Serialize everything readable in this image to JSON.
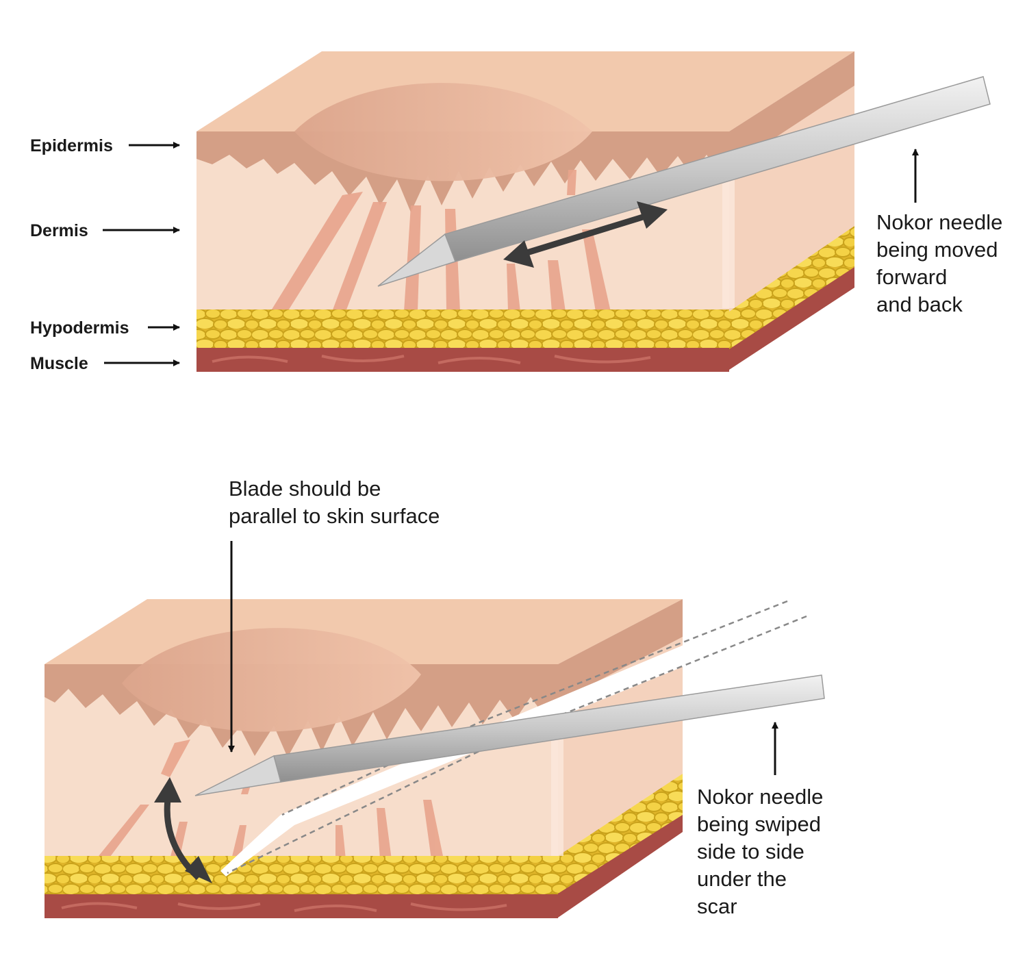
{
  "layer_labels": {
    "epidermis": "Epidermis",
    "dermis": "Dermis",
    "hypodermis": "Hypodermis",
    "muscle": "Muscle"
  },
  "callouts": {
    "top_needle": [
      "Nokor needle",
      "being moved",
      "forward",
      "and back"
    ],
    "blade": [
      "Blade should be",
      "parallel to skin surface"
    ],
    "bottom_needle": [
      "Nokor needle",
      "being swiped",
      "side to side",
      "under the",
      "scar"
    ]
  },
  "colors": {
    "skin_top": "#f2c9ad",
    "epidermis": "#d49f86",
    "dermis": "#f7ddcb",
    "scar": "#e8b49b",
    "fat": "#f2cd3d",
    "fat_outline": "#c9a21b",
    "muscle": "#a84b45",
    "needle": "#c4c4c4",
    "arrow_dark": "#3b3b3b",
    "line": "#111111"
  }
}
